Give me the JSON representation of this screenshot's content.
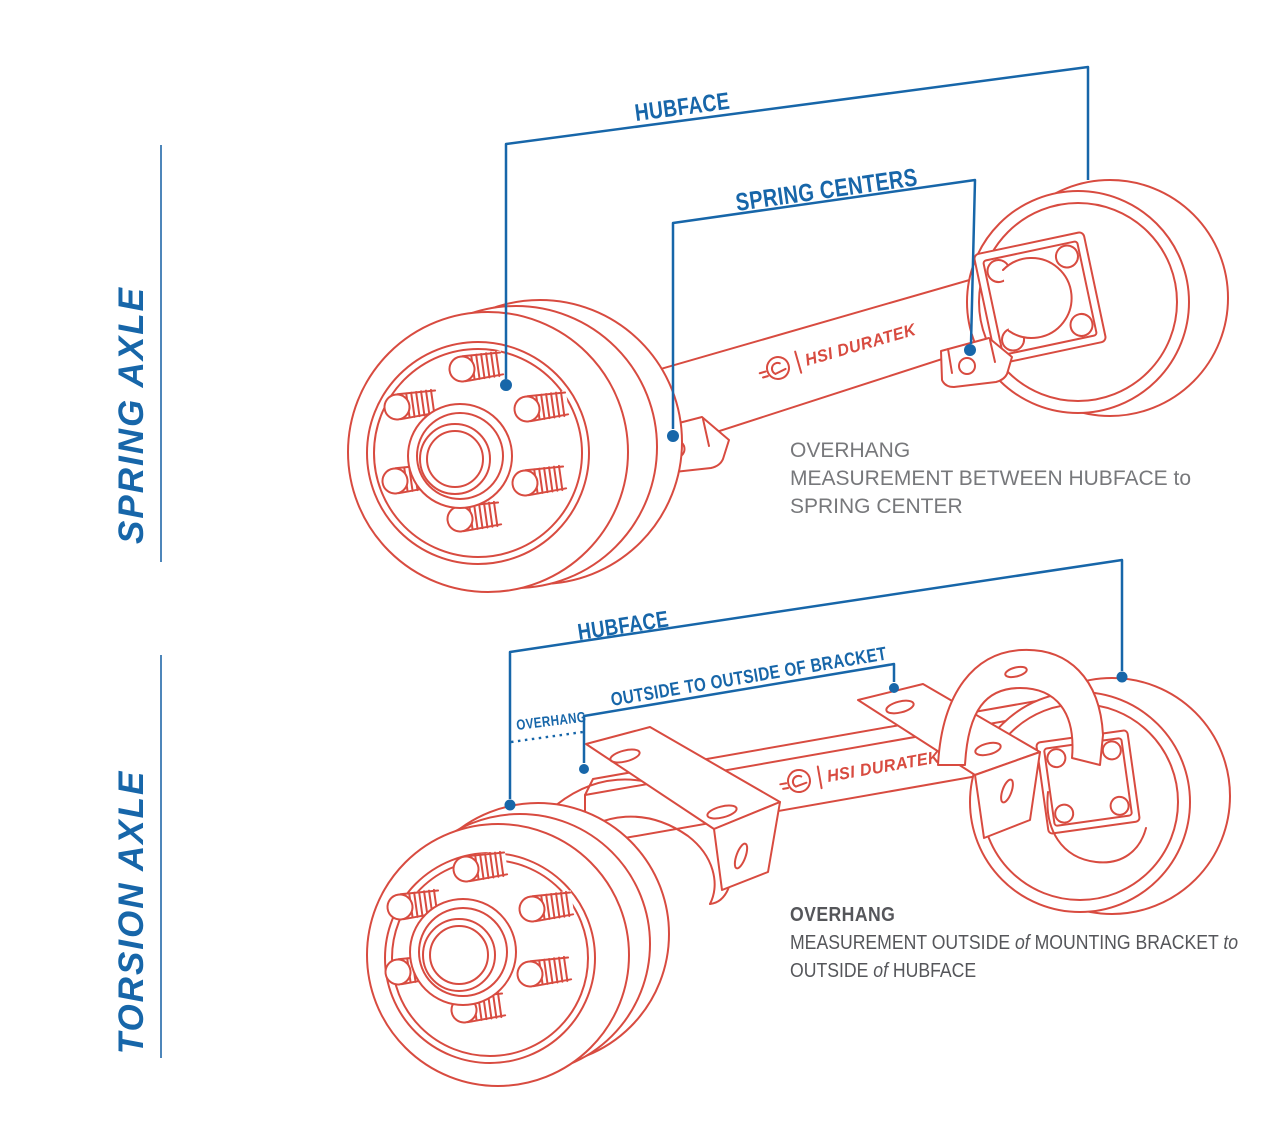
{
  "colors": {
    "line_art_red": "#d84b40",
    "dimension_blue": "#1766a9",
    "side_rule_blue": "#4d86ba",
    "note_gray_top": "#77787b",
    "note_gray_bottom": "#55565a",
    "background": "#ffffff"
  },
  "brand": {
    "name": "HSI DURATEK"
  },
  "spring_section": {
    "side_label": "SPRING AXLE",
    "dim_hubface": "HUBFACE",
    "dim_spring_centers": "SPRING CENTERS",
    "note_line1": "OVERHANG",
    "note_line2": "MEASUREMENT BETWEEN HUBFACE to",
    "note_line3": "SPRING CENTER"
  },
  "torsion_section": {
    "side_label": "TORSION AXLE",
    "dim_hubface": "HUBFACE",
    "dim_outside": "OUTSIDE TO OUTSIDE OF BRACKET",
    "dim_overhang": "OVERHANG",
    "note_title": "OVERHANG",
    "note_line2_a": "MEASUREMENT OUTSIDE ",
    "note_line2_b": "of",
    "note_line2_c": " MOUNTING BRACKET ",
    "note_line2_d": "to",
    "note_line3_a": "OUTSIDE ",
    "note_line3_b": "of",
    "note_line3_c": " HUBFACE"
  }
}
